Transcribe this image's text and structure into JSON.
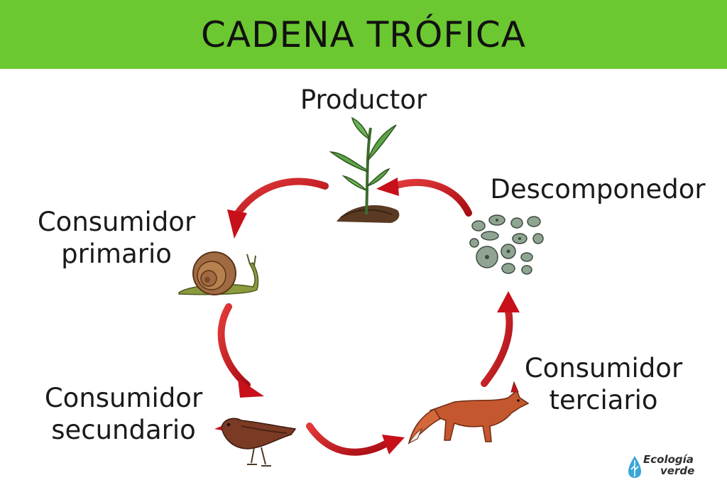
{
  "header": {
    "title": "CADENA TRÓFICA",
    "bg_color": "#6cc831"
  },
  "stages": {
    "producer": {
      "line1": "Productor"
    },
    "primary": {
      "line1": "Consumidor",
      "line2": "primario"
    },
    "secondary": {
      "line1": "Consumidor",
      "line2": "secundario"
    },
    "tertiary": {
      "line1": "Consumidor",
      "line2": "terciario"
    },
    "decomposer": {
      "line1": "Descomponedor"
    }
  },
  "icons": {
    "producer": "plant-sprout-icon",
    "primary": "snail-icon",
    "secondary": "bird-icon",
    "tertiary": "fox-icon",
    "decomposer": "bacteria-icon"
  },
  "arrow_color": "#c8101a",
  "logo": {
    "line1": "Ecología",
    "line2": "verde",
    "color": "#3aa6d8"
  }
}
